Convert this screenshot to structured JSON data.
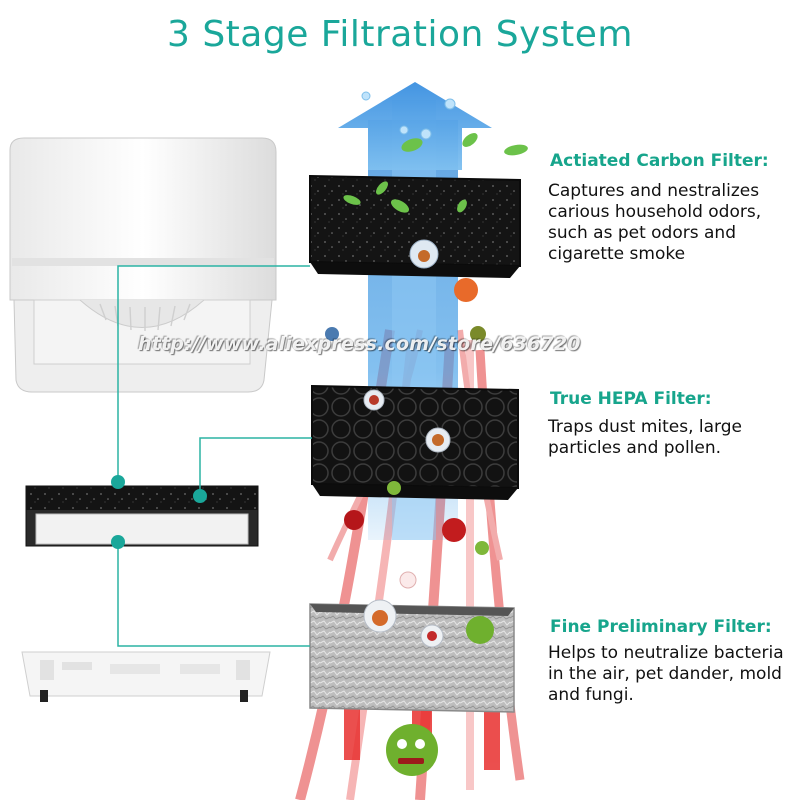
{
  "title": "3 Stage Filtration System",
  "colors": {
    "accent": "#1aa79a",
    "heading": "#17a58c",
    "line": "#2bb3a4",
    "filter_dark": "#141414",
    "airflow_clean": "#4aa3e8",
    "airflow_dirty": "#e23a3a"
  },
  "stages": [
    {
      "name": "Actiated Carbon Filter:",
      "description_lines": [
        "Captures and nestralizes",
        "carious household odors,",
        "such as pet odors and",
        "cigarette smoke"
      ]
    },
    {
      "name": "True HEPA Filter:",
      "description_lines": [
        "Traps dust mites, large",
        "particles and pollen."
      ]
    },
    {
      "name": "Fine Preliminary Filter:",
      "description_lines": [
        "Helps to neutralize bacteria",
        "in the air, pet dander, mold",
        "and fungi."
      ]
    }
  ],
  "watermark": "http://www.aliexpress.com/store/636720",
  "icons": [
    "air-purifier-body-icon",
    "filter-cartridge-icon",
    "bottom-cover-icon",
    "up-arrow-icon",
    "leaf-icon",
    "germ-icon",
    "particle-icon"
  ]
}
